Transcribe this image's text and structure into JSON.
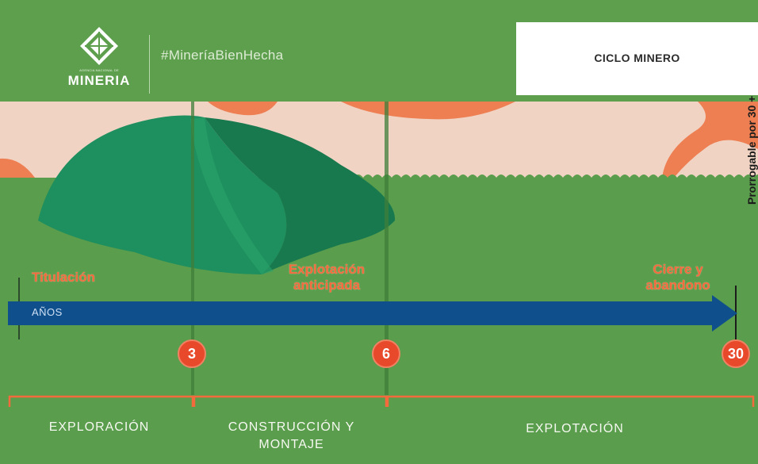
{
  "header": {
    "logo_caption": "AGENCIA NACIONAL DE",
    "logo_name": "MINERIA",
    "hashtag": "#MineríaBienHecha",
    "title": "CICLO MINERO"
  },
  "timeline": {
    "axis_label": "AÑOS",
    "markers": [
      {
        "value": "3"
      },
      {
        "value": "6"
      },
      {
        "value": "30"
      }
    ],
    "events": [
      {
        "text": "Titulación"
      },
      {
        "text": "Explotación anticipada"
      },
      {
        "text": "Cierre y abandono"
      }
    ],
    "extension_note": "Prorrogable por 30 +",
    "stages": [
      {
        "line1": "EXPLORACIÓN",
        "line2": ""
      },
      {
        "line1": "CONSTRUCCIÓN Y",
        "line2": "MONTAJE"
      },
      {
        "line1": "EXPLOTACIÓN",
        "line2": ""
      }
    ]
  },
  "colors": {
    "background_green": "#5a9d4c",
    "sky_pink": "#f1d3c4",
    "accent_orange": "#f36a3d",
    "marker_red": "#e9492b",
    "arrow_blue": "#0e4f8c",
    "mountain_green": "#1e8f5e"
  }
}
